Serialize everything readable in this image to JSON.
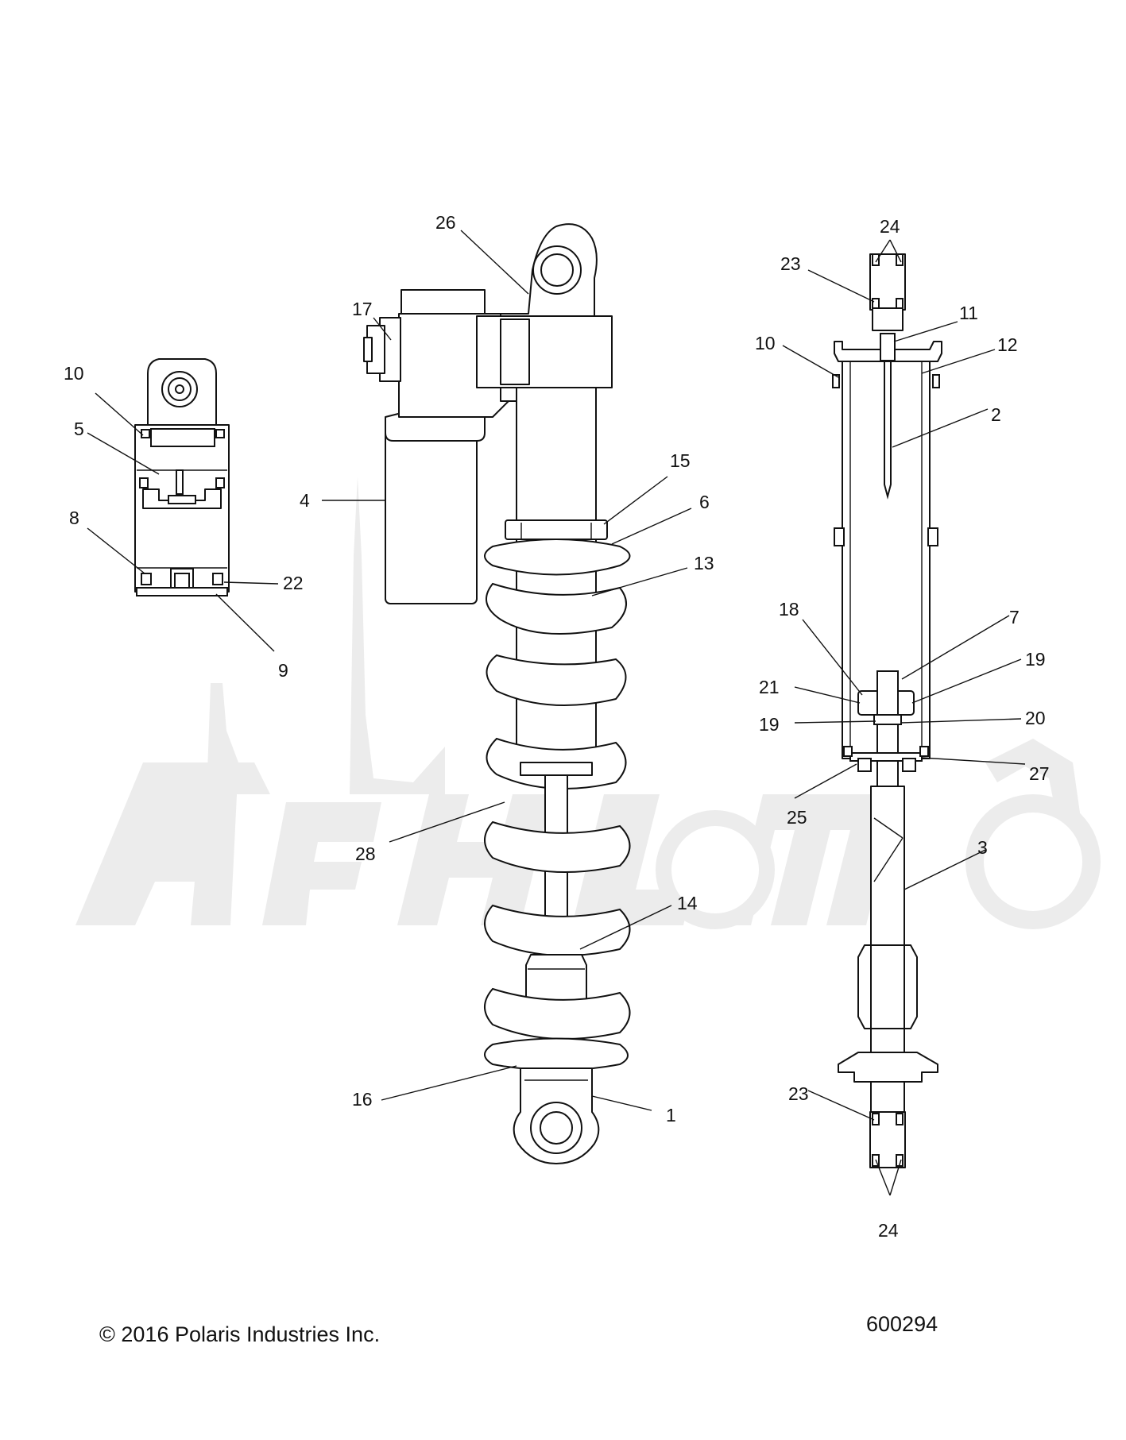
{
  "callouts": [
    {
      "id": "c26",
      "label": "26"
    },
    {
      "id": "c17",
      "label": "17"
    },
    {
      "id": "c4",
      "label": "4"
    },
    {
      "id": "c15",
      "label": "15"
    },
    {
      "id": "c6",
      "label": "6"
    },
    {
      "id": "c13",
      "label": "13"
    },
    {
      "id": "c28",
      "label": "28"
    },
    {
      "id": "c14",
      "label": "14"
    },
    {
      "id": "c16",
      "label": "16"
    },
    {
      "id": "c1",
      "label": "1"
    },
    {
      "id": "c10a",
      "label": "10"
    },
    {
      "id": "c5",
      "label": "5"
    },
    {
      "id": "c8",
      "label": "8"
    },
    {
      "id": "c22",
      "label": "22"
    },
    {
      "id": "c9",
      "label": "9"
    },
    {
      "id": "c24a",
      "label": "24"
    },
    {
      "id": "c23a",
      "label": "23"
    },
    {
      "id": "c11",
      "label": "11"
    },
    {
      "id": "c10b",
      "label": "10"
    },
    {
      "id": "c12",
      "label": "12"
    },
    {
      "id": "c2",
      "label": "2"
    },
    {
      "id": "c18",
      "label": "18"
    },
    {
      "id": "c7",
      "label": "7"
    },
    {
      "id": "c21",
      "label": "21"
    },
    {
      "id": "c19a",
      "label": "19"
    },
    {
      "id": "c19b",
      "label": "19"
    },
    {
      "id": "c20",
      "label": "20"
    },
    {
      "id": "c27",
      "label": "27"
    },
    {
      "id": "c25",
      "label": "25"
    },
    {
      "id": "c3",
      "label": "3"
    },
    {
      "id": "c23b",
      "label": "23"
    },
    {
      "id": "c24b",
      "label": "24"
    }
  ],
  "footer": {
    "copyright": "© 2016 Polaris Industries Inc.",
    "doc_number": "600294"
  }
}
